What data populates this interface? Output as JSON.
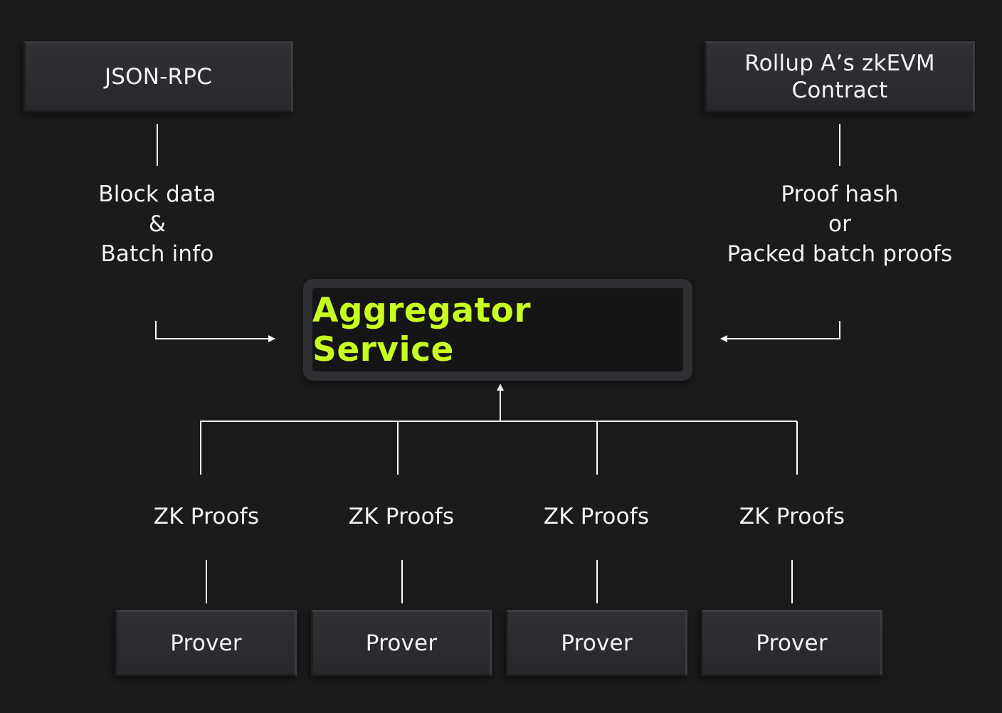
{
  "diagram": {
    "nodes": {
      "json_rpc": "JSON-RPC",
      "rollup_contract": [
        "Rollup A’s zkEVM",
        "Contract"
      ],
      "aggregator": "Aggregator Service",
      "provers": [
        "Prover",
        "Prover",
        "Prover",
        "Prover"
      ]
    },
    "edge_labels": {
      "block_data": [
        "Block data",
        "&",
        "Batch info"
      ],
      "proof_hash": [
        "Proof hash",
        "or",
        "Packed batch proofs"
      ],
      "zk_proofs": [
        "ZK Proofs",
        "ZK Proofs",
        "ZK Proofs",
        "ZK Proofs"
      ]
    },
    "edges": [
      {
        "from": "JSON-RPC",
        "to": "Aggregator Service",
        "label": "Block data & Batch info"
      },
      {
        "from": "Rollup A’s zkEVM Contract",
        "to": "Aggregator Service",
        "label": "Proof hash or Packed batch proofs"
      },
      {
        "from": "Prover",
        "to": "Aggregator Service",
        "label": "ZK Proofs"
      }
    ]
  },
  "colors": {
    "background": "#1b1b1c",
    "accent": "#c8ff1f",
    "text": "#f3f3f3",
    "line": "#ffffff"
  }
}
